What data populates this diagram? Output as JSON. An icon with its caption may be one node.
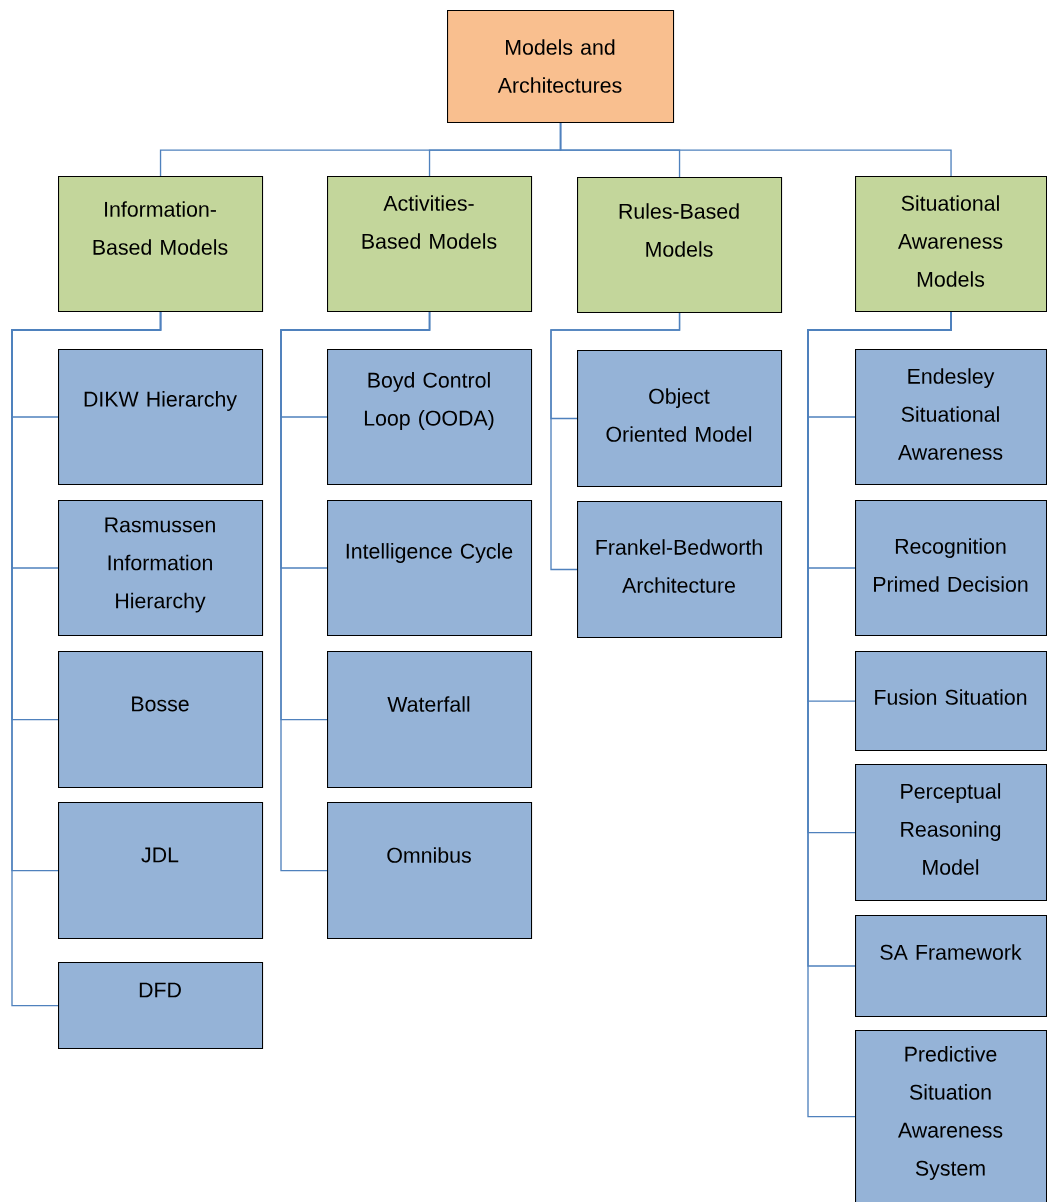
{
  "diagram": {
    "nodes": [
      {
        "text": [
          "Models and Architectures"
        ]
      },
      {
        "text": [
          "Information-Based Models"
        ]
      },
      {
        "text": [
          "Activities-Based Models"
        ]
      },
      {
        "text": [
          "Rules-Based Models"
        ]
      },
      {
        "text": [
          "Situational Awareness Models"
        ]
      },
      {
        "text": [
          "DIKW Hierarchy"
        ]
      },
      {
        "text": [
          "Rasmussen Information Hierarchy"
        ]
      },
      {
        "text": [
          "Bosse"
        ]
      },
      {
        "text": [
          "JDL"
        ]
      },
      {
        "text": [
          "DFD"
        ]
      },
      {
        "text": [
          "Boyd Control Loop (OODA)"
        ]
      },
      {
        "text": [
          "Intelligence Cycle"
        ]
      },
      {
        "text": [
          "Waterfall"
        ]
      },
      {
        "text": [
          "Omnibus"
        ]
      },
      {
        "text": [
          "Object Oriented Model"
        ]
      },
      {
        "text": [
          "Frankel-Bedworth Architecture"
        ]
      },
      {
        "text": [
          "Endesley Situational Awareness"
        ]
      },
      {
        "text": [
          "Recognition Primed Decision"
        ]
      },
      {
        "text": [
          "Fusion Situation"
        ]
      },
      {
        "text": [
          "Perceptual Reasoning Model"
        ]
      },
      {
        "text": [
          "SA Framework"
        ]
      },
      {
        "text": [
          "Predictive Situation Awareness System"
        ]
      }
    ],
    "edges": [
      {
        "from": 0,
        "to": 1,
        "arrow": "none"
      },
      {
        "from": 0,
        "to": 2,
        "arrow": "none"
      },
      {
        "from": 0,
        "to": 3,
        "arrow": "none"
      },
      {
        "from": 0,
        "to": 4,
        "arrow": "none"
      },
      {
        "from": 1,
        "to": 5,
        "arrow": "none"
      },
      {
        "from": 1,
        "to": 6,
        "arrow": "none"
      },
      {
        "from": 1,
        "to": 7,
        "arrow": "none"
      },
      {
        "from": 1,
        "to": 8,
        "arrow": "none"
      },
      {
        "from": 1,
        "to": 9,
        "arrow": "none"
      },
      {
        "from": 2,
        "to": 10,
        "arrow": "none"
      },
      {
        "from": 2,
        "to": 11,
        "arrow": "none"
      },
      {
        "from": 2,
        "to": 12,
        "arrow": "none"
      },
      {
        "from": 2,
        "to": 13,
        "arrow": "none"
      },
      {
        "from": 3,
        "to": 14,
        "arrow": "none"
      },
      {
        "from": 3,
        "to": 15,
        "arrow": "none"
      },
      {
        "from": 4,
        "to": 16,
        "arrow": "none"
      },
      {
        "from": 4,
        "to": 17,
        "arrow": "none"
      },
      {
        "from": 4,
        "to": 18,
        "arrow": "none"
      },
      {
        "from": 4,
        "to": 19,
        "arrow": "none"
      },
      {
        "from": 4,
        "to": 20,
        "arrow": "none"
      },
      {
        "from": 4,
        "to": 21,
        "arrow": "none"
      }
    ]
  }
}
